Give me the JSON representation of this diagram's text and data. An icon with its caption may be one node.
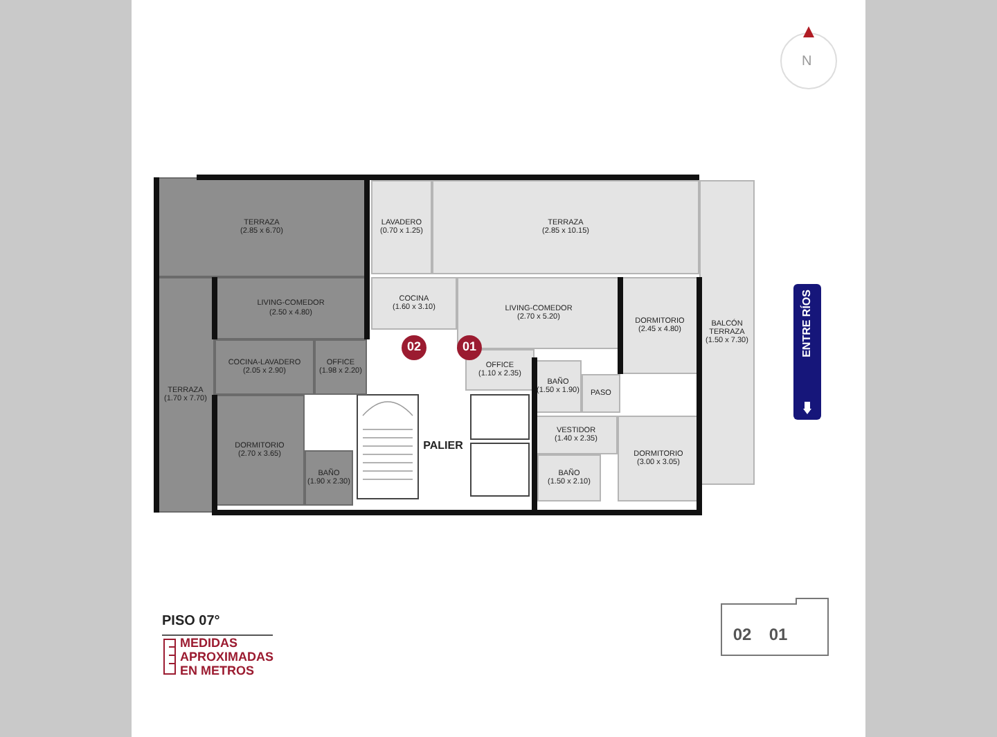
{
  "diagram": {
    "nodes": [
      {
        "text": [
          "TERRAZA",
          "(2.85 x 6.70)"
        ]
      },
      {
        "text": [
          "LIVING-COMEDOR",
          "(2.50 x 4.80)"
        ]
      },
      {
        "text": [
          "TERRAZA",
          "(1.70 x 7.70)"
        ]
      },
      {
        "text": [
          "COCINA-LAVADERO",
          "(2.05 x 2.90)"
        ]
      },
      {
        "text": [
          "OFFICE",
          "(1.98 x 2.20)"
        ]
      },
      {
        "text": [
          "DORMITORIO",
          "(2.70 x 3.65)"
        ]
      },
      {
        "text": [
          "BAÑO",
          "(1.90 x 2.30)"
        ]
      },
      {
        "text": [
          "TERRAZA",
          "(2.85 x 10.15)"
        ]
      },
      {
        "text": [
          "LAVADERO",
          "(0.70 x 1.25)"
        ]
      },
      {
        "text": [
          "COCINA",
          "(1.60 x 3.10)"
        ]
      },
      {
        "text": [
          "LIVING-COMEDOR",
          "(2.70 x 5.20)"
        ]
      },
      {
        "text": [
          "DORMITORIO",
          "(2.45 x 4.80)"
        ]
      },
      {
        "text": [
          "BALCÓN TERRAZA",
          "(1.50 x 7.30)"
        ]
      },
      {
        "text": [
          "OFFICE",
          "(1.10 x 2.35)"
        ]
      },
      {
        "text": [
          "BAÑO",
          "(1.50 x 1.90)"
        ]
      },
      {
        "text": [
          "PASO"
        ]
      },
      {
        "text": [
          "VESTIDOR",
          "(1.40 x 2.35)"
        ]
      },
      {
        "text": [
          "BAÑO",
          "(1.50 x 2.10)"
        ]
      },
      {
        "text": [
          "DORMITORIO",
          "(3.00 x 3.05)"
        ]
      },
      {
        "text": [
          "PALIER"
        ]
      },
      {
        "text": [
          "02"
        ]
      },
      {
        "text": [
          "01"
        ]
      },
      {
        "text": [
          "02"
        ]
      },
      {
        "text": [
          "01"
        ]
      }
    ],
    "labels": [
      "N",
      "ENTRE RÍOS",
      "PISO 07°",
      "MEDIDAS APROXIMADAS EN METROS"
    ]
  }
}
